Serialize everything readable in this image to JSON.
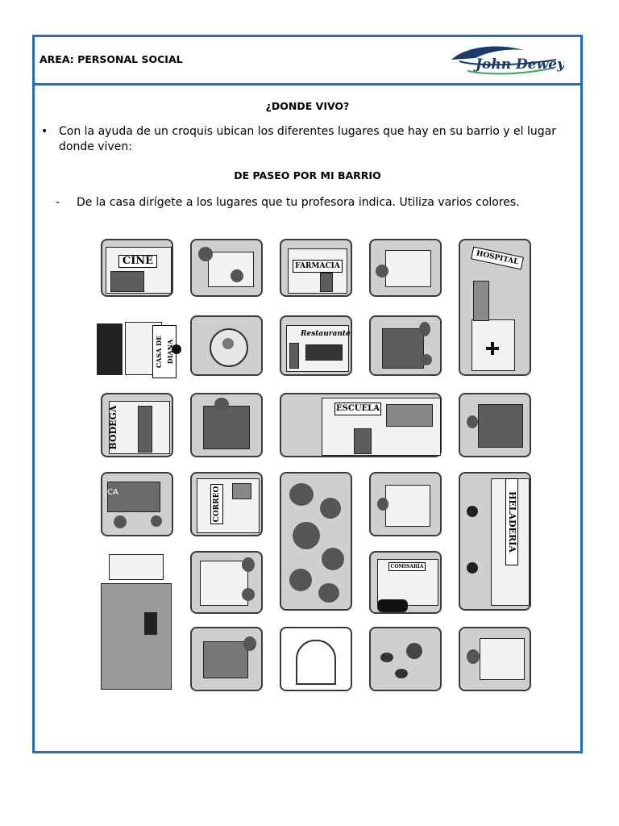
{
  "header": {
    "area_label": "AREA: PERSONAL SOCIAL",
    "logo_text": "John Dewey"
  },
  "content": {
    "title": "¿DONDE VIVO?",
    "bullet_symbol": "•",
    "bullet_text": "Con la ayuda de un croquis ubican los diferentes lugares que hay en su barrio y el lugar donde viven:",
    "subtitle": "DE PASEO POR MI BARRIO",
    "dash_symbol": "-",
    "instruction": "De la casa dirígete a los lugares que tu profesora indica. Utiliza varios colores."
  },
  "map": {
    "labels": {
      "cine": "CINE",
      "farmacia": "FARMACIA",
      "hospital": "HOSPITAL",
      "casa_diana": "CASA DE DIANA",
      "restaurante": "Restaurante",
      "bodega": "BODEGA",
      "escuela": "ESCUELA",
      "ca": "CA",
      "correo": "CORREO",
      "heladeria": "HELADERÍA",
      "comisaria": "COMISARÍA"
    }
  }
}
